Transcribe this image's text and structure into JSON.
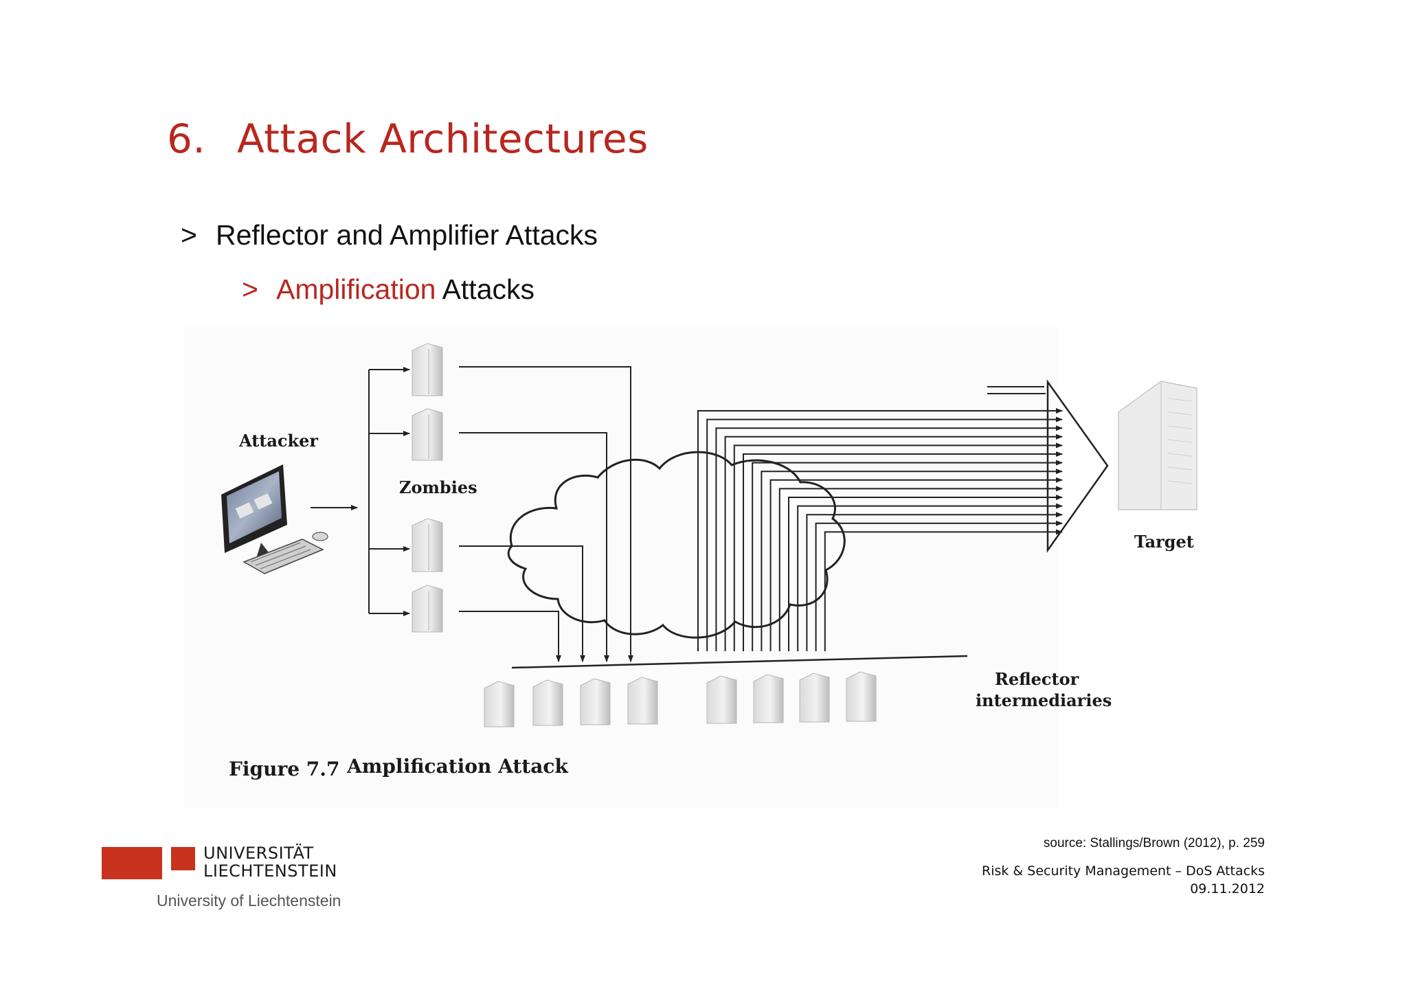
{
  "title": {
    "number": "6.",
    "text": "Attack Architectures"
  },
  "bullets": {
    "level1": {
      "marker": ">",
      "text": "Reflector and Amplifier Attacks"
    },
    "level2": {
      "marker": ">",
      "accent": "Amplification",
      "rest": " Attacks"
    }
  },
  "figure": {
    "labels": {
      "attacker": "Attacker",
      "zombies": "Zombies",
      "target": "Target",
      "reflector_line1": "Reflector",
      "reflector_line2": "intermediaries"
    },
    "caption": {
      "number": "Figure 7.7",
      "title": "Amplification Attack"
    }
  },
  "source": "source: Stallings/Brown (2012), p. 259",
  "footer": {
    "course": "Risk & Security Management – DoS Attacks",
    "date": "09.11.2012"
  },
  "logo": {
    "line1": "UNIVERSITÄT",
    "line2": "LIECHTENSTEIN",
    "subtitle": "University of Liechtenstein",
    "color": "#c8321f"
  },
  "colors": {
    "accent": "#b8271f",
    "text": "#111111"
  }
}
